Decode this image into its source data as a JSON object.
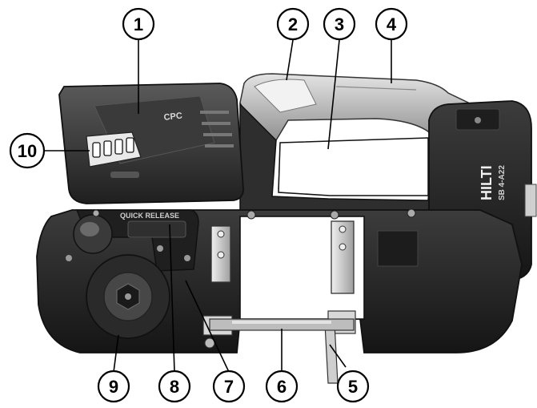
{
  "colors": {
    "body_dark": "#2b2b2b",
    "body_mid": "#4a4a4a",
    "body_light": "#6a6a6a",
    "handle_grey": "#9a9a9a",
    "handle_light": "#d6d6d6",
    "steel": "#c8c8c8",
    "blade": "#b4b4b4",
    "accent_white": "#ffffff",
    "outline": "#000000"
  },
  "device": {
    "battery_text": "CPC",
    "brand_text": "HILTI",
    "model_text": "SB 4-A22",
    "release_text": "QUICK RELEASE"
  },
  "callouts": [
    {
      "id": "1",
      "label": "1"
    },
    {
      "id": "2",
      "label": "2"
    },
    {
      "id": "3",
      "label": "3"
    },
    {
      "id": "4",
      "label": "4"
    },
    {
      "id": "5",
      "label": "5"
    },
    {
      "id": "6",
      "label": "6"
    },
    {
      "id": "7",
      "label": "7"
    },
    {
      "id": "8",
      "label": "8"
    },
    {
      "id": "9",
      "label": "9"
    },
    {
      "id": "10",
      "label": "10"
    }
  ]
}
